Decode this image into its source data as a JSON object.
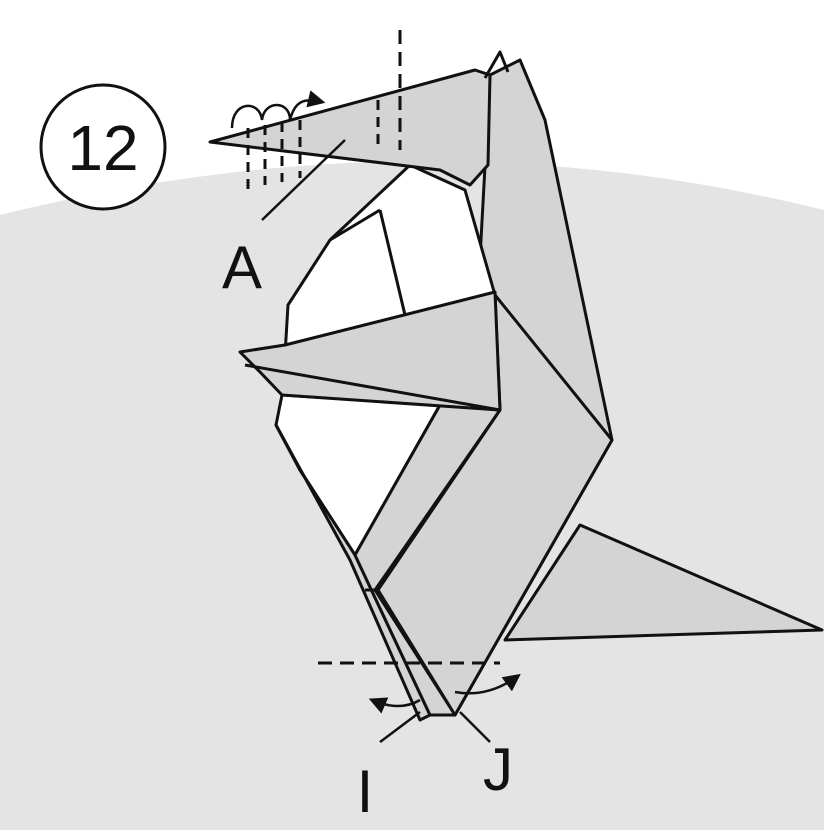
{
  "diagram": {
    "step_number": "12",
    "labels": {
      "a": "A",
      "i": "I",
      "j": "J"
    },
    "colors": {
      "paper_gray": "#d4d4d4",
      "paper_white": "#ffffff",
      "background_gray": "#e4e4e4",
      "outline": "#111111"
    }
  }
}
